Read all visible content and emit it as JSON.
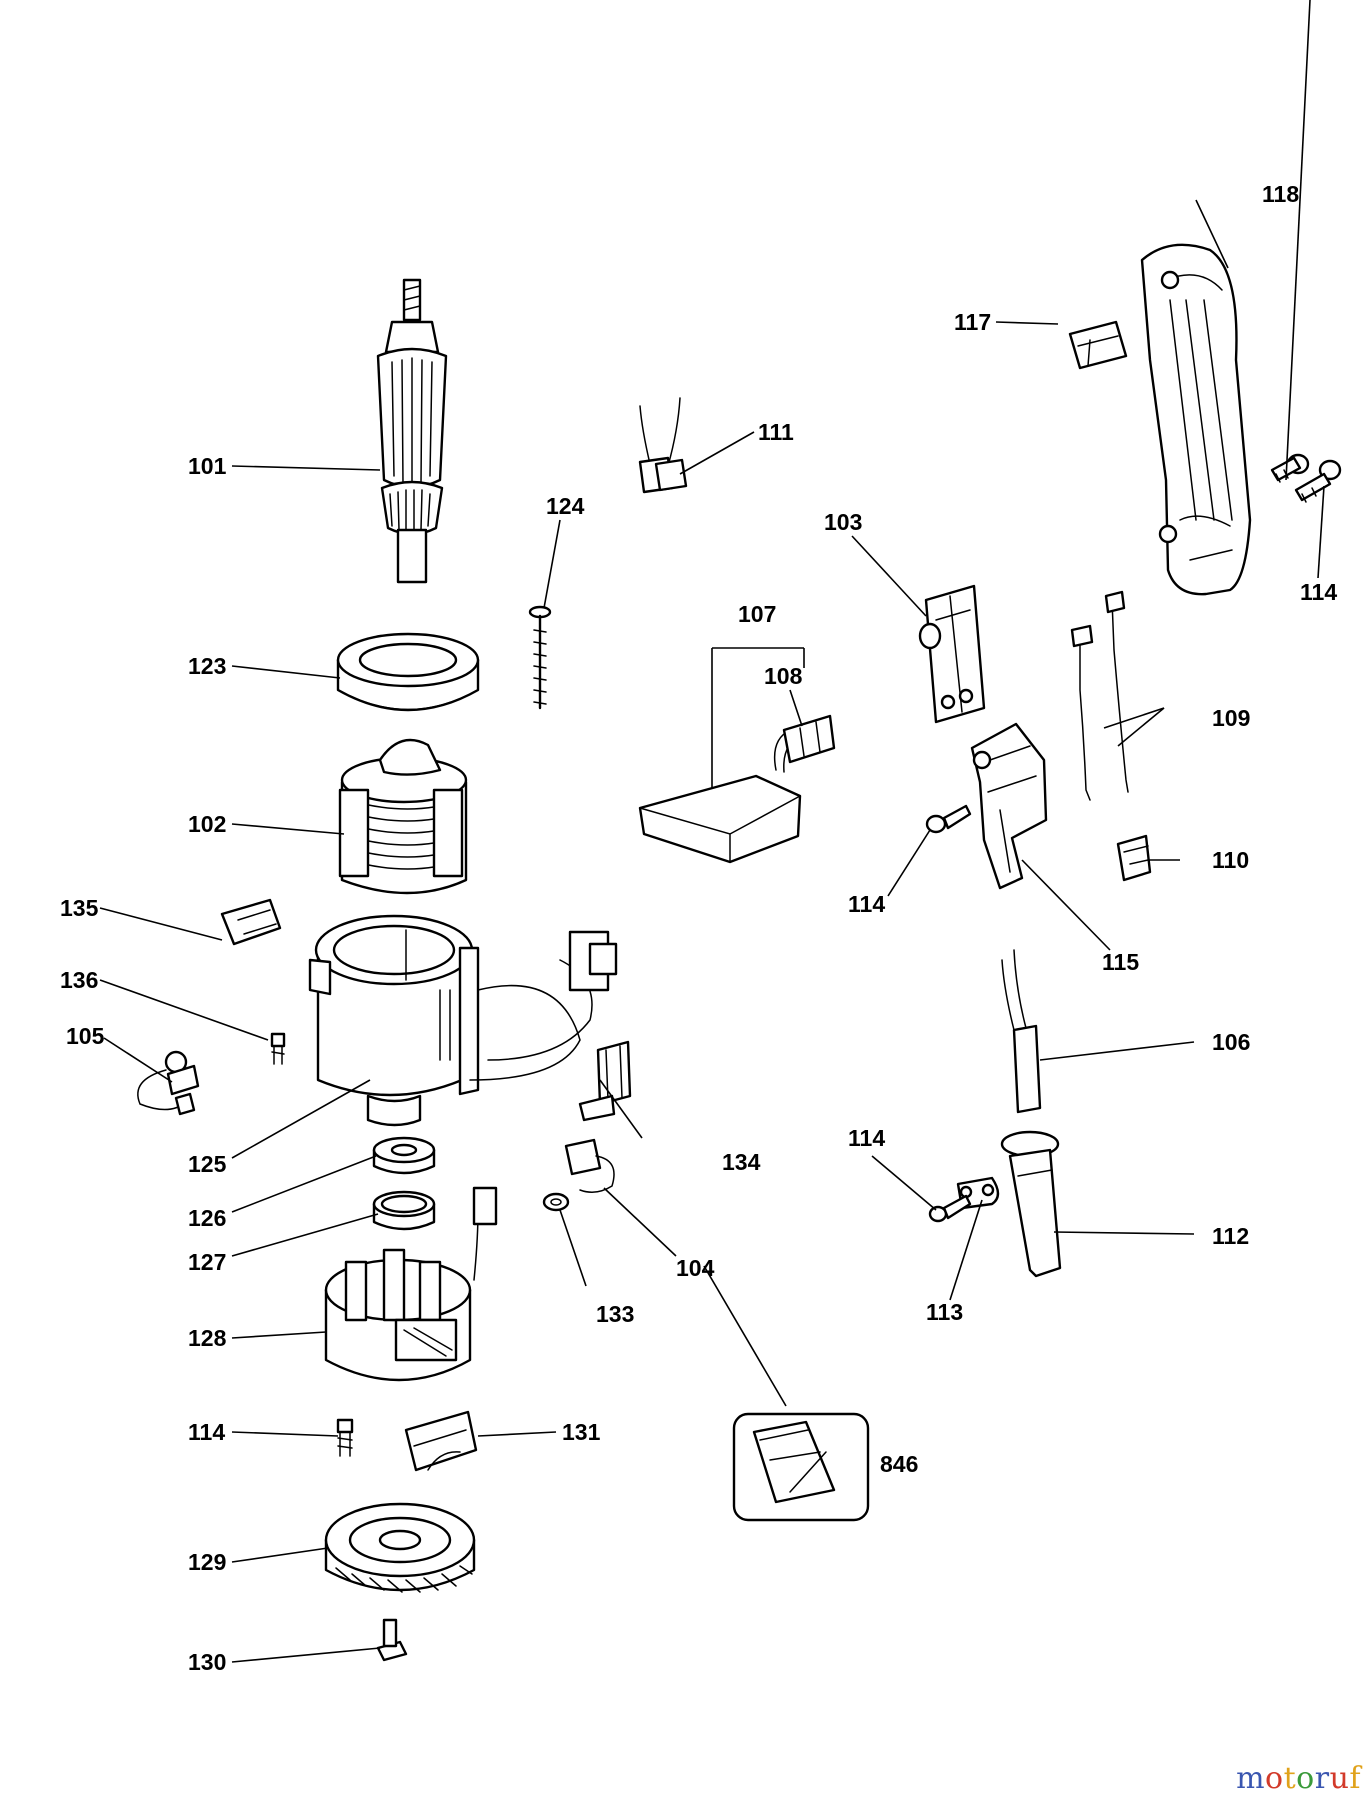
{
  "labels": {
    "l101": "101",
    "l102": "102",
    "l103": "103",
    "l104": "104",
    "l105": "105",
    "l106": "106",
    "l107": "107",
    "l108": "108",
    "l109": "109",
    "l110": "110",
    "l111": "111",
    "l112": "112",
    "l113": "113",
    "l114a": "114",
    "l114b": "114",
    "l114c": "114",
    "l114d": "114",
    "l115": "115",
    "l117": "117",
    "l118": "118",
    "l123": "123",
    "l124": "124",
    "l125": "125",
    "l126": "126",
    "l127": "127",
    "l128": "128",
    "l129": "129",
    "l130": "130",
    "l131": "131",
    "l133": "133",
    "l134": "134",
    "l135": "135",
    "l136": "136",
    "l846": "846"
  },
  "watermark": {
    "letters": [
      "m",
      "o",
      "t",
      "o",
      "r",
      "u",
      "f"
    ],
    "colors": [
      "#3a56b0",
      "#d23a2a",
      "#e0a21b",
      "#3a9a3a",
      "#3a56b0",
      "#d23a2a",
      "#e0a21b"
    ]
  }
}
